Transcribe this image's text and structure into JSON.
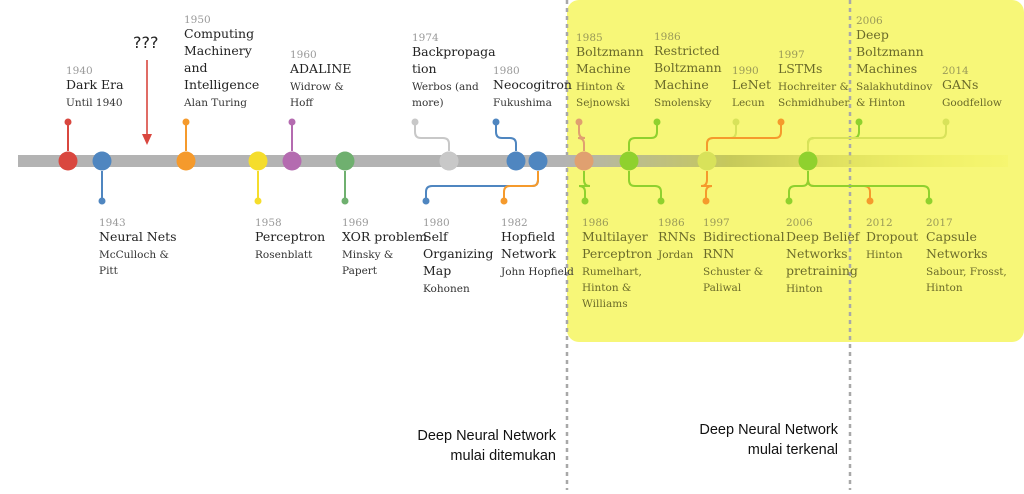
{
  "colors": {
    "axis": "#b3b3b3",
    "highlight": "#f5f55a",
    "red": "#d9473f",
    "blue": "#4f86c0",
    "orange": "#f59a2c",
    "yellow": "#f5dd2c",
    "purple": "#b46bb0",
    "green": "#6fb06f",
    "gray": "#c8c8c8",
    "lime": "#8fd12e",
    "pale": "#d8e25a"
  },
  "unknown_marker": "???",
  "events_top": [
    {
      "year": "1940",
      "title": [
        "Dark Era"
      ],
      "author": [
        "Until 1940"
      ],
      "color": "red"
    },
    {
      "year": "1950",
      "title": [
        "Computing",
        "Machinery",
        "and",
        "Intelligence"
      ],
      "author": [
        "Alan Turing"
      ],
      "color": "orange"
    },
    {
      "year": "1960",
      "title": [
        "ADALINE"
      ],
      "author": [
        "Widrow &",
        "Hoff"
      ],
      "color": "purple"
    },
    {
      "year": "1974",
      "title": [
        "Backpropaga",
        "tion"
      ],
      "author": [
        "Werbos (and",
        "more)"
      ],
      "color": "gray"
    },
    {
      "year": "1980",
      "title": [
        "Neocogitron"
      ],
      "author": [
        "Fukushima"
      ],
      "color": "blue"
    },
    {
      "year": "1985",
      "title": [
        "Boltzmann",
        "Machine"
      ],
      "author": [
        "Hinton &",
        "Sejnowski"
      ],
      "color": "salmon"
    },
    {
      "year": "1986",
      "title": [
        "Restricted",
        "Boltzmann",
        "Machine"
      ],
      "author": [
        "Smolensky"
      ],
      "color": "lime"
    },
    {
      "year": "1990",
      "title": [
        "LeNet"
      ],
      "author": [
        "Lecun"
      ],
      "color": "pale"
    },
    {
      "year": "1997",
      "title": [
        "LSTMs"
      ],
      "author": [
        "Hochreiter &",
        "Schmidhuber"
      ],
      "color": "orange"
    },
    {
      "year": "2006",
      "title": [
        "Deep",
        "Boltzmann",
        "Machines"
      ],
      "author": [
        "Salakhutdinov",
        "& Hinton"
      ],
      "color": "lime"
    },
    {
      "year": "2014",
      "title": [
        "GANs"
      ],
      "author": [
        "Goodfellow"
      ],
      "color": "pale"
    }
  ],
  "events_bottom": [
    {
      "year": "1943",
      "title": [
        "Neural Nets"
      ],
      "author": [
        "McCulloch &",
        "Pitt"
      ],
      "color": "blue"
    },
    {
      "year": "1958",
      "title": [
        "Perceptron"
      ],
      "author": [
        "Rosenblatt"
      ],
      "color": "yellow"
    },
    {
      "year": "1969",
      "title": [
        "XOR problem"
      ],
      "author": [
        "Minsky &",
        "Papert"
      ],
      "color": "green"
    },
    {
      "year": "1980",
      "title": [
        "Self",
        "Organizing",
        "Map"
      ],
      "author": [
        "Kohonen"
      ],
      "color": "blue"
    },
    {
      "year": "1982",
      "title": [
        "Hopfield",
        "Network"
      ],
      "author": [
        "John Hopfield"
      ],
      "color": "orange"
    },
    {
      "year": "1986",
      "title": [
        "Multilayer",
        "Perceptron"
      ],
      "author": [
        "Rumelhart,",
        "Hinton &",
        "Williams"
      ],
      "color": "lime"
    },
    {
      "year": "1986",
      "title": [
        "RNNs"
      ],
      "author": [
        "Jordan"
      ],
      "color": "lime"
    },
    {
      "year": "1997",
      "title": [
        "Bidirectional",
        "RNN"
      ],
      "author": [
        "Schuster &",
        "Paliwal"
      ],
      "color": "orange"
    },
    {
      "year": "2006",
      "title": [
        "Deep Belief",
        "Networks",
        "pretraining"
      ],
      "author": [
        "Hinton"
      ],
      "color": "lime"
    },
    {
      "year": "2012",
      "title": [
        "Dropout"
      ],
      "author": [
        "Hinton"
      ],
      "color": "orange"
    },
    {
      "year": "2017",
      "title": [
        "Capsule",
        "Networks"
      ],
      "author": [
        "Sabour, Frosst,",
        "Hinton"
      ],
      "color": "lime"
    }
  ],
  "notes": {
    "discovered": [
      "Deep Neural Network",
      "mulai ditemukan"
    ],
    "known": [
      "Deep Neural Network",
      "mulai terkenal"
    ]
  }
}
